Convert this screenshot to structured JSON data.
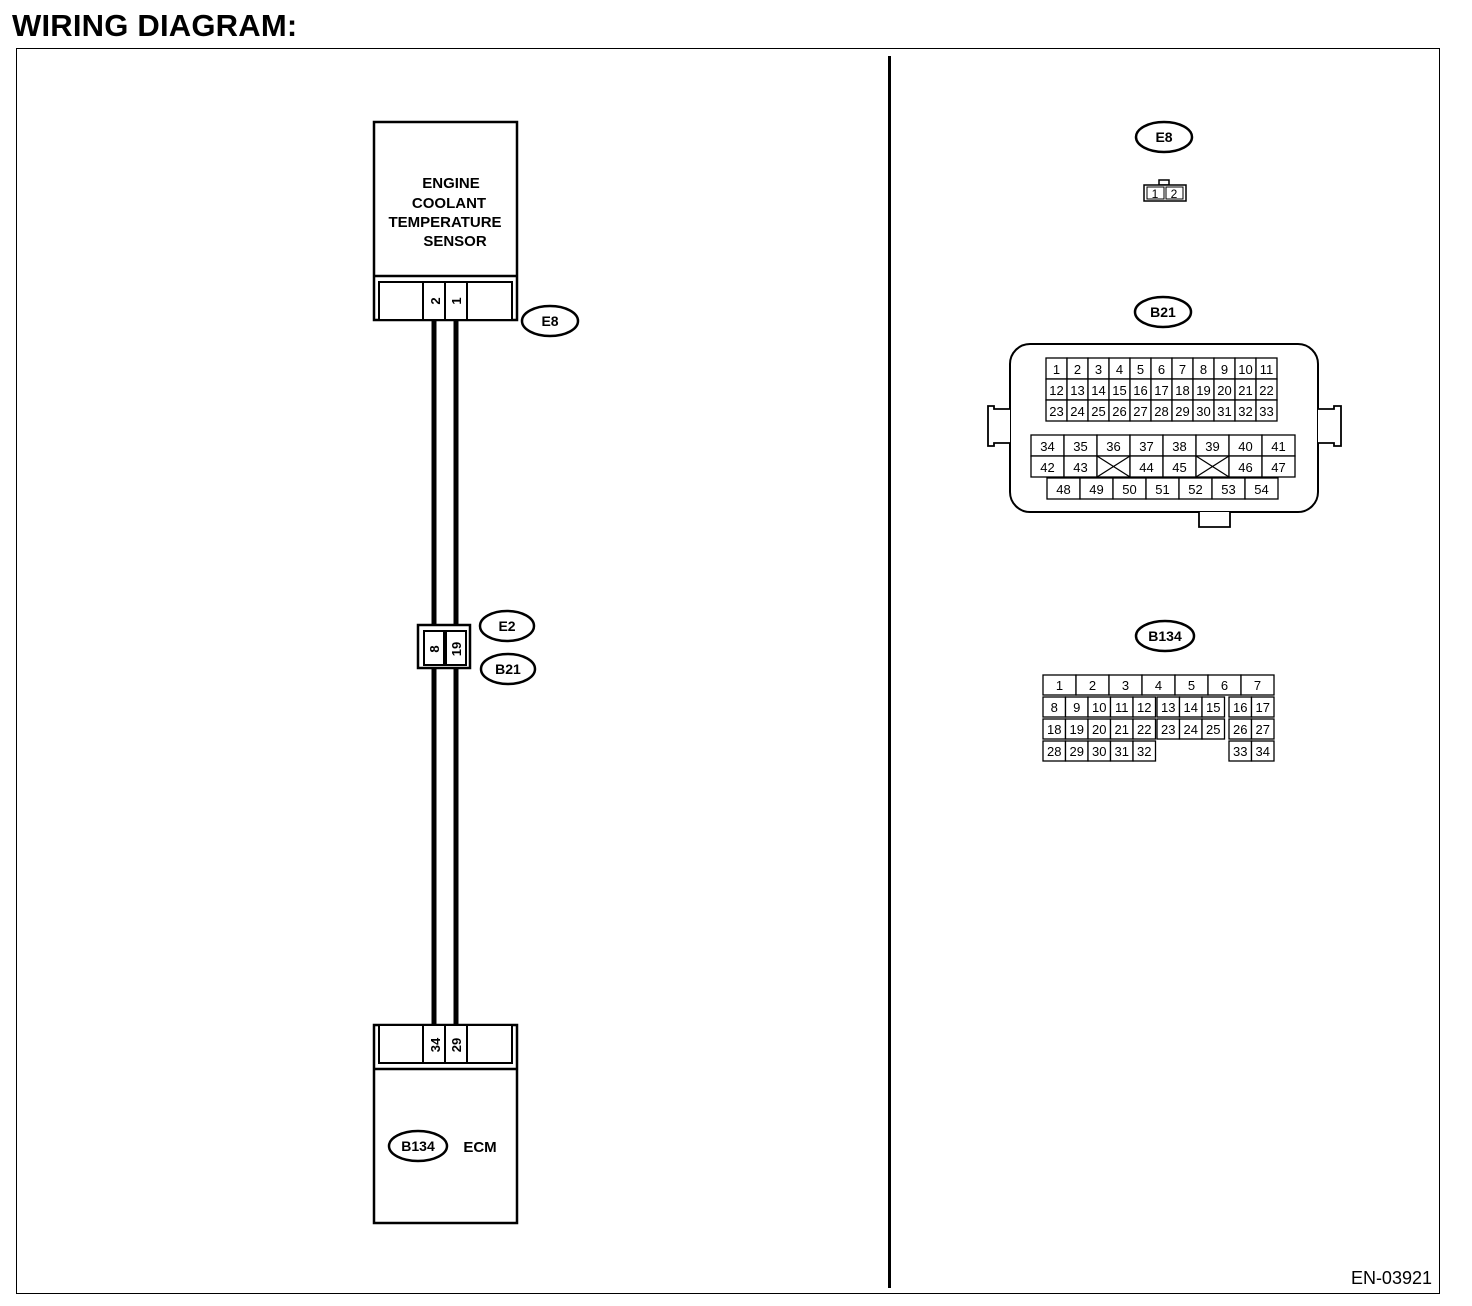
{
  "title": "WIRING DIAGRAM:",
  "doc_code": "EN-03921",
  "sensor": {
    "label_lines": [
      "ENGINE",
      "COOLANT",
      "TEMPERATURE",
      "SENSOR"
    ],
    "connector": "E8",
    "pins": [
      "2",
      "1"
    ]
  },
  "joint": {
    "connectors": [
      "E2",
      "B21"
    ],
    "pins": [
      "8",
      "19"
    ]
  },
  "ecm": {
    "label": "ECM",
    "connector": "B134",
    "pins": [
      "34",
      "29"
    ]
  },
  "connector_views": {
    "e8": {
      "label": "E8",
      "pins": [
        "1",
        "2"
      ]
    },
    "b21": {
      "label": "B21",
      "top_rows": [
        [
          "1",
          "2",
          "3",
          "4",
          "5",
          "6",
          "7",
          "8",
          "9",
          "10",
          "11"
        ],
        [
          "12",
          "13",
          "14",
          "15",
          "16",
          "17",
          "18",
          "19",
          "20",
          "21",
          "22"
        ],
        [
          "23",
          "24",
          "25",
          "26",
          "27",
          "28",
          "29",
          "30",
          "31",
          "32",
          "33"
        ]
      ],
      "mid_rows": [
        [
          "34",
          "35",
          "36",
          "37",
          "38",
          "39",
          "40",
          "41"
        ],
        [
          "42",
          "43",
          "",
          "44",
          "45",
          "",
          "46",
          "47"
        ]
      ],
      "bottom_row": [
        "48",
        "49",
        "50",
        "51",
        "52",
        "53",
        "54"
      ]
    },
    "b134": {
      "label": "B134",
      "row1": [
        "1",
        "2",
        "3",
        "4",
        "5",
        "6",
        "7"
      ],
      "row2a": [
        "8",
        "9",
        "10",
        "11",
        "12"
      ],
      "row2b": [
        "13",
        "14",
        "15"
      ],
      "row2c": [
        "16",
        "17"
      ],
      "row3a": [
        "18",
        "19",
        "20",
        "21",
        "22"
      ],
      "row3b": [
        "23",
        "24",
        "25"
      ],
      "row3c": [
        "26",
        "27"
      ],
      "row4a": [
        "28",
        "29",
        "30",
        "31",
        "32"
      ],
      "row4c": [
        "33",
        "34"
      ]
    }
  }
}
